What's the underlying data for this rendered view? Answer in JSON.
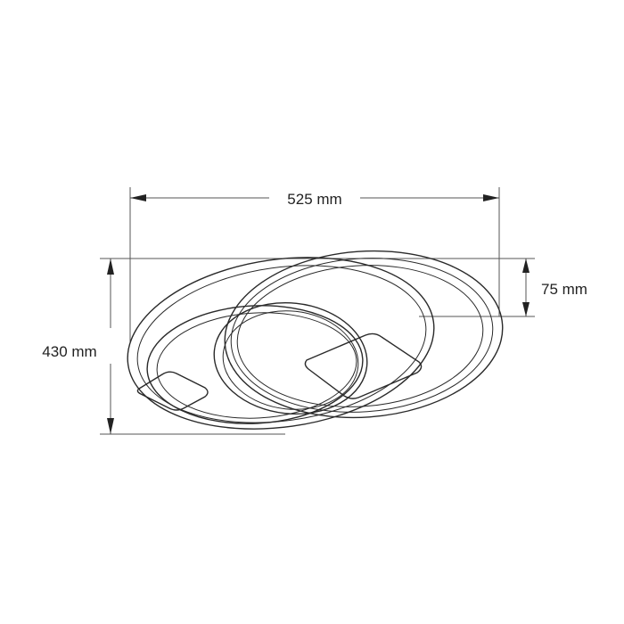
{
  "dimensions": {
    "width": "525 mm",
    "depth": "430 mm",
    "height": "75 mm"
  },
  "colors": {
    "background": "#ffffff",
    "line": "#555555",
    "outline": "#2a2a2a",
    "text": "#222222"
  }
}
